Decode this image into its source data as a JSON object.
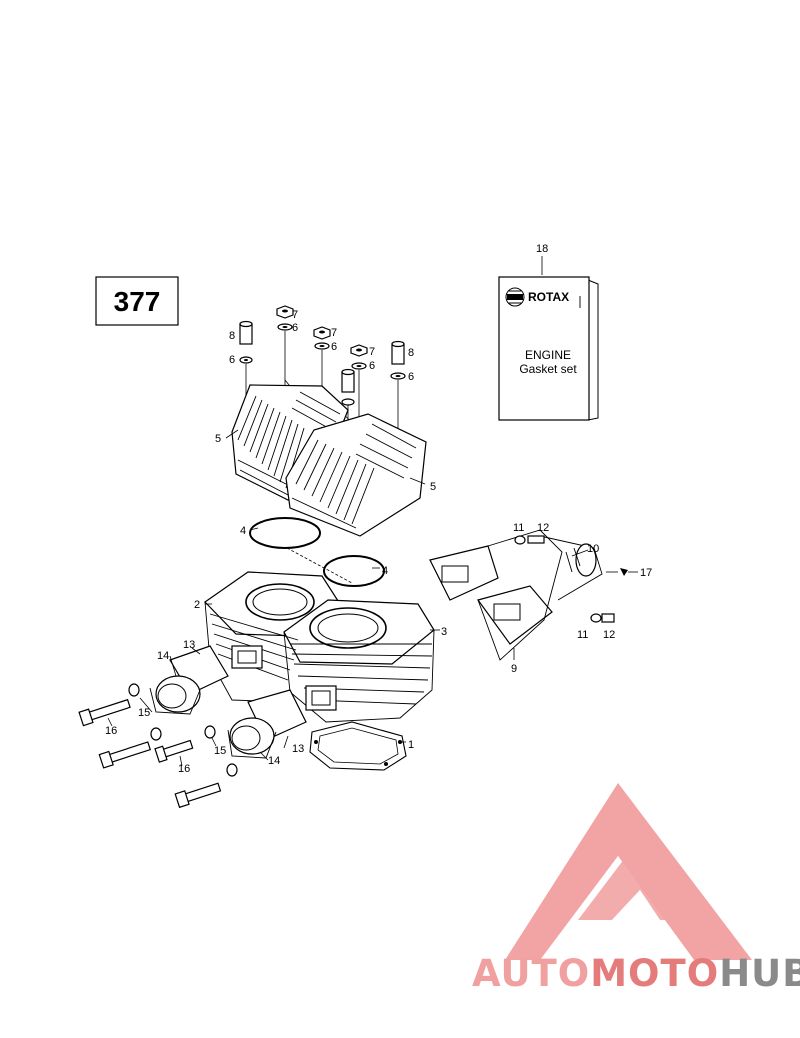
{
  "engine_code": "377",
  "gasket_book": {
    "brand": "ROTAX",
    "line1": "ENGINE",
    "line2": "Gasket set"
  },
  "callouts": {
    "c1": "1",
    "c2": "2",
    "c3": "3",
    "c4a": "4",
    "c4b": "4",
    "c5a": "5",
    "c5b": "5",
    "c6a": "6",
    "c6b": "6",
    "c6c": "6",
    "c6d": "6",
    "c6e": "6",
    "c7a": "7",
    "c7b": "7",
    "c7c": "7",
    "c8a": "8",
    "c8b": "8",
    "c9": "9",
    "c10": "10",
    "c11a": "11",
    "c11b": "11",
    "c12a": "12",
    "c12b": "12",
    "c13a": "13",
    "c13b": "13",
    "c14a": "14",
    "c14b": "14",
    "c15a": "15",
    "c15b": "15",
    "c16a": "16",
    "c16b": "16",
    "c17": "17",
    "c18": "18"
  },
  "watermark": {
    "part1": "AUTO",
    "part2": "MOTO",
    "part3": "HUB",
    "color_primary": "#f0a0a0",
    "color_accent": "#e98080",
    "color_secondary": "#8a8a8a"
  }
}
